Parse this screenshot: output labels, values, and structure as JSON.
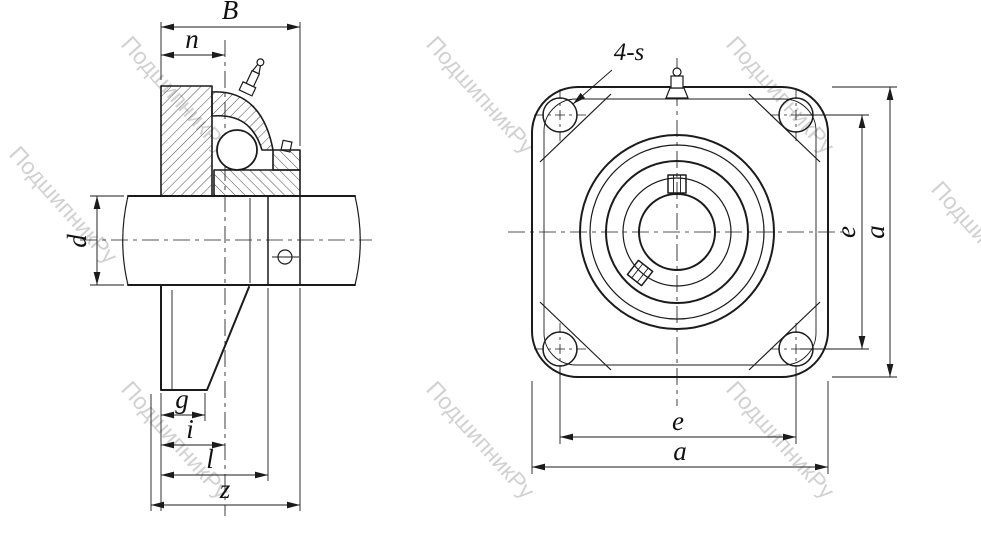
{
  "watermark": {
    "text": "ПодшипникРу"
  },
  "left_view": {
    "dims": {
      "B": "B",
      "n": "n",
      "d": "d",
      "g": "g",
      "i": "i",
      "l": "l",
      "z": "z"
    }
  },
  "right_view": {
    "dims": {
      "bolt_callout": "4-s",
      "e_right": "e",
      "a_right": "a",
      "e_bottom": "e",
      "a_bottom": "a"
    }
  },
  "colors": {
    "line": "#1b1b1b",
    "watermark": "#c9c9c9",
    "background": "#ffffff"
  }
}
